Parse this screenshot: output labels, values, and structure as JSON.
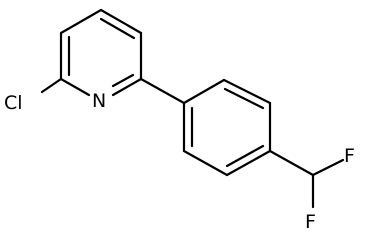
{
  "molecule": {
    "atoms": {
      "cl": "Cl",
      "n": "N",
      "f1": "F",
      "f2": "F"
    },
    "colors": {
      "bond": "#000000",
      "label": "#000000",
      "background": "#ffffff"
    }
  }
}
